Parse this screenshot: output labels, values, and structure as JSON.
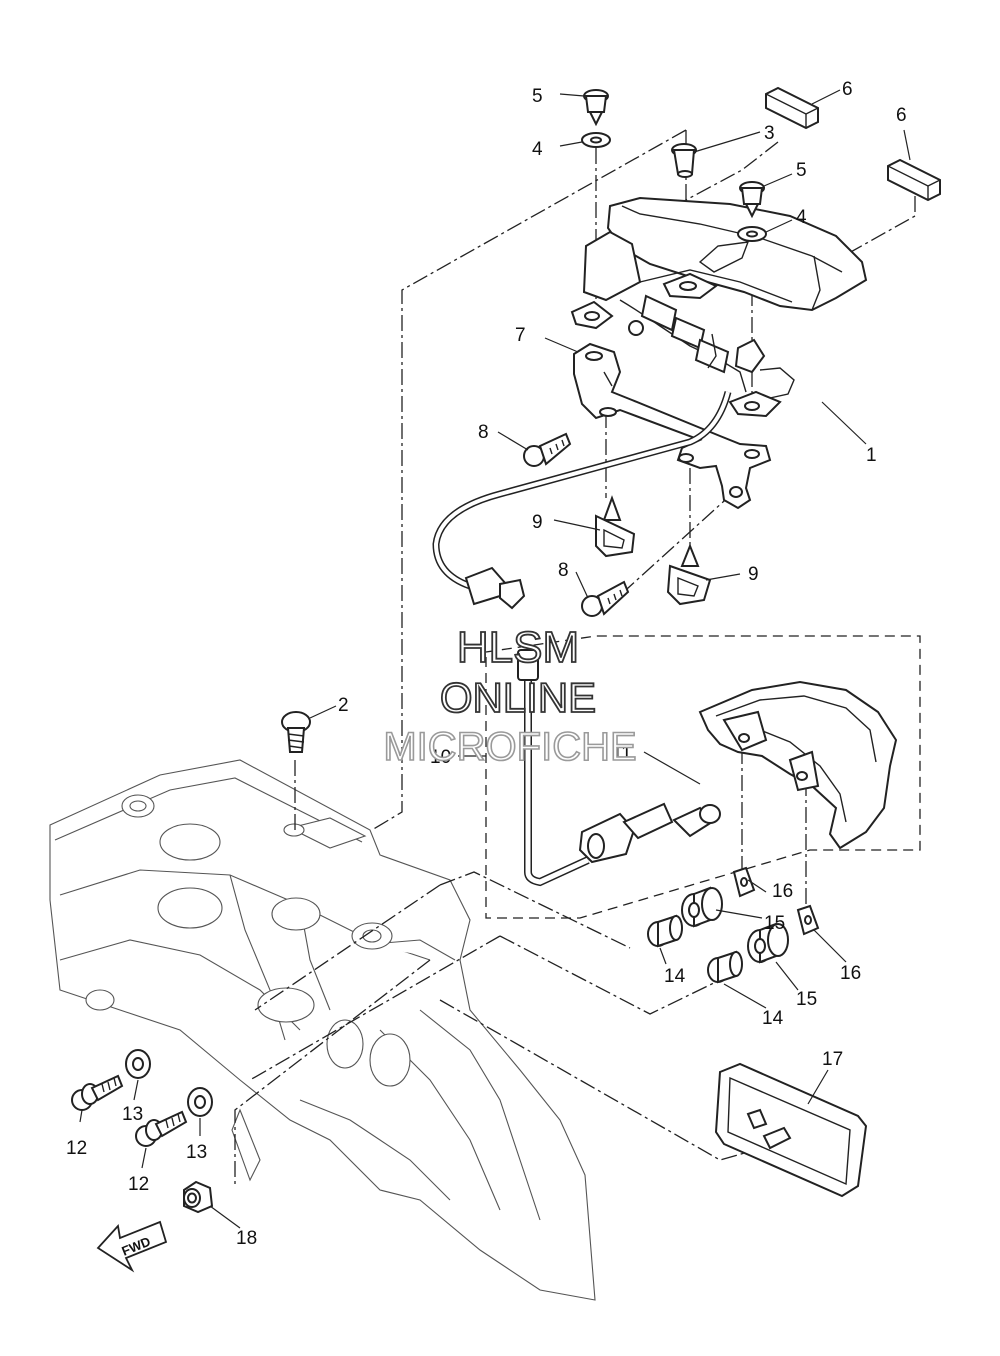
{
  "watermark": {
    "line1": "HLSM",
    "line2": "ONLINE",
    "line3": "MICROFICHE"
  },
  "direction_arrow": {
    "label": "FWD"
  },
  "callouts": [
    {
      "ref": "1",
      "text": "1"
    },
    {
      "ref": "2",
      "text": "2"
    },
    {
      "ref": "3",
      "text": "3"
    },
    {
      "ref": "4a",
      "text": "4"
    },
    {
      "ref": "4b",
      "text": "4"
    },
    {
      "ref": "5a",
      "text": "5"
    },
    {
      "ref": "5b",
      "text": "5"
    },
    {
      "ref": "6a",
      "text": "6"
    },
    {
      "ref": "6b",
      "text": "6"
    },
    {
      "ref": "7",
      "text": "7"
    },
    {
      "ref": "8a",
      "text": "8"
    },
    {
      "ref": "8b",
      "text": "8"
    },
    {
      "ref": "9a",
      "text": "9"
    },
    {
      "ref": "9b",
      "text": "9"
    },
    {
      "ref": "10",
      "text": "10"
    },
    {
      "ref": "11",
      "text": "11"
    },
    {
      "ref": "12a",
      "text": "12"
    },
    {
      "ref": "12b",
      "text": "12"
    },
    {
      "ref": "13a",
      "text": "13"
    },
    {
      "ref": "13b",
      "text": "13"
    },
    {
      "ref": "14a",
      "text": "14"
    },
    {
      "ref": "14b",
      "text": "14"
    },
    {
      "ref": "15a",
      "text": "15"
    },
    {
      "ref": "15b",
      "text": "15"
    },
    {
      "ref": "16a",
      "text": "16"
    },
    {
      "ref": "16b",
      "text": "16"
    },
    {
      "ref": "17",
      "text": "17"
    },
    {
      "ref": "18",
      "text": "18"
    }
  ]
}
